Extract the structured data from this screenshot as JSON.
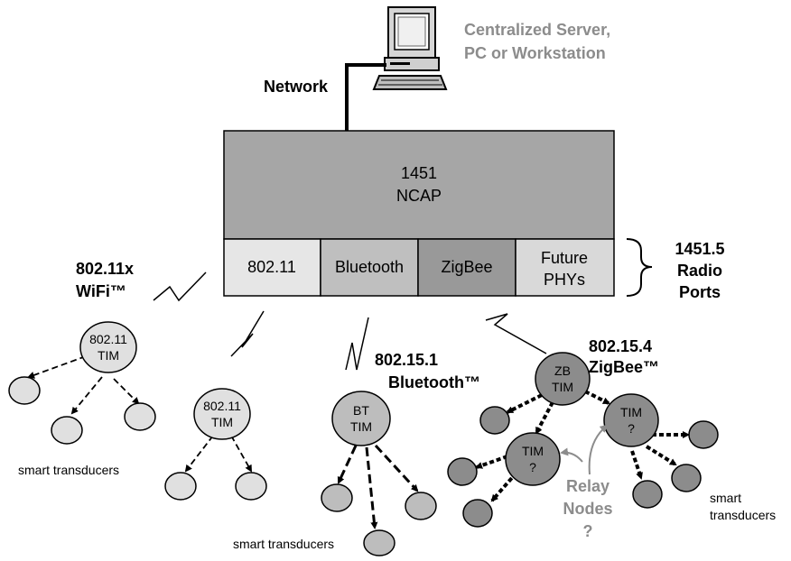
{
  "server": {
    "label_line1": "Centralized Server,",
    "label_line2": "PC or Workstation"
  },
  "network_label": "Network",
  "ncap": {
    "line1": "1451",
    "line2": "NCAP"
  },
  "ports": {
    "p1": "802.11",
    "p2": "Bluetooth",
    "p3": "ZigBee",
    "p4_line1": "Future",
    "p4_line2": "PHYs"
  },
  "radio_ports": {
    "line1": "1451.5",
    "line2": "Radio",
    "line3": "Ports"
  },
  "wifi": {
    "line1": "802.11x",
    "line2": "WiFi™"
  },
  "bt": {
    "line1": "802.15.1",
    "line2": "Bluetooth™"
  },
  "zb": {
    "line1": "802.15.4",
    "line2": "ZigBee™"
  },
  "tims": {
    "wifi1": {
      "line1": "802.11",
      "line2": "TIM"
    },
    "wifi2": {
      "line1": "802.11",
      "line2": "TIM"
    },
    "bt": {
      "line1": "BT",
      "line2": "TIM"
    },
    "zb": {
      "line1": "ZB",
      "line2": "TIM"
    },
    "relay1": {
      "line1": "TIM",
      "line2": "?"
    },
    "relay2": {
      "line1": "TIM",
      "line2": "?"
    }
  },
  "relay_label": {
    "line1": "Relay",
    "line2": "Nodes",
    "line3": "?"
  },
  "smart_transducers": {
    "left": "smart transducers",
    "middle": "smart transducers",
    "right_line1": "smart",
    "right_line2": "transducers"
  },
  "colors": {
    "ncap_fill": "#a6a6a6",
    "port_80211": "#e6e6e6",
    "port_bluetooth": "#bfbfbf",
    "port_zigbee": "#999999",
    "port_future": "#d9d9d9",
    "light_node": "#e0e0e0",
    "mid_node": "#bdbdbd",
    "dark_node": "#8c8c8c",
    "gray_text": "#8c8c8c"
  }
}
